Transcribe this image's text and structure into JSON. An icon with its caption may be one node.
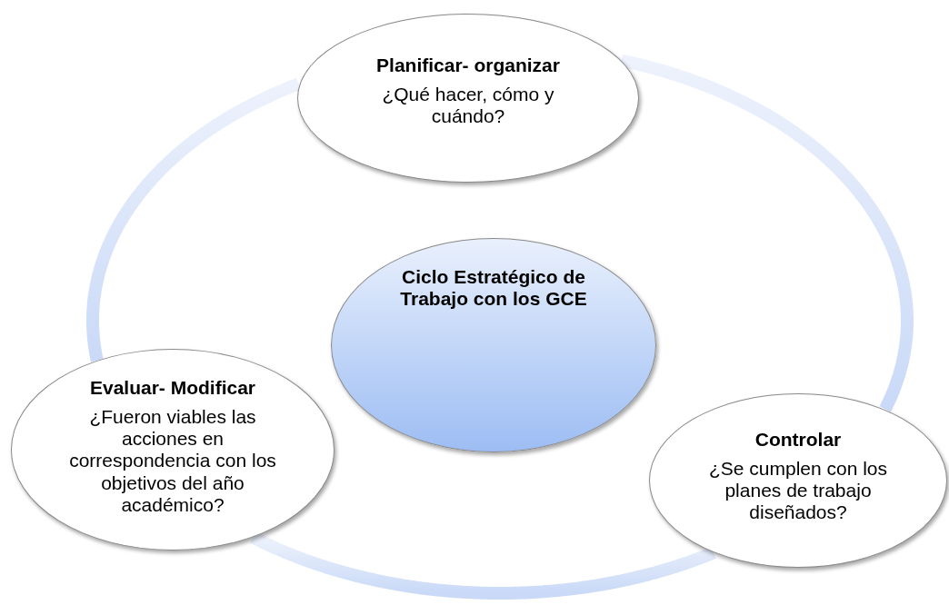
{
  "diagram": {
    "nodes": [
      {
        "text": [
          "Planificar- organizar",
          "¿Qué hacer, cómo y cuándo?"
        ]
      },
      {
        "text": [
          "Ciclo Estratégico de Trabajo con los GCE"
        ]
      },
      {
        "text": [
          "Evaluar- Modificar",
          "¿Fueron viables las acciones en correspondencia con los objetivos del año académico?"
        ]
      },
      {
        "text": [
          "Controlar",
          "¿Se cumplen con los planes de trabajo diseñados?"
        ]
      }
    ],
    "edges": [
      {
        "from": 0,
        "to": 3,
        "arrow": "none"
      },
      {
        "from": 3,
        "to": 2,
        "arrow": "none"
      },
      {
        "from": 2,
        "to": 0,
        "arrow": "none"
      }
    ]
  }
}
